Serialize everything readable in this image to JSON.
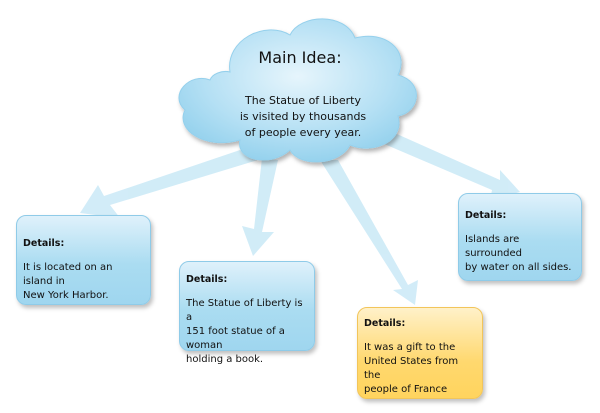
{
  "main_idea": {
    "title": "Main Idea:",
    "lines": [
      "The Statue of Liberty",
      "is visited by thousands",
      "of people every year."
    ]
  },
  "details": [
    {
      "label": "Details:",
      "lines": [
        "It is located on an island in",
        "New York Harbor."
      ],
      "color": "blue"
    },
    {
      "label": "Details:",
      "lines": [
        "The Statue of Liberty is a",
        "151 foot statue of a woman",
        "holding a book."
      ],
      "color": "blue"
    },
    {
      "label": "Details:",
      "lines": [
        "It was a gift to the",
        "United States from the",
        "people of France"
      ],
      "color": "yellow"
    },
    {
      "label": "Details:",
      "lines": [
        "Islands are surrounded",
        "by water on all sides."
      ],
      "color": "blue"
    }
  ],
  "colors": {
    "cloud": "#a9daf1",
    "box_blue": "#aadcf1",
    "box_yellow": "#ffd86e",
    "arrow": "#cfeaf7"
  }
}
